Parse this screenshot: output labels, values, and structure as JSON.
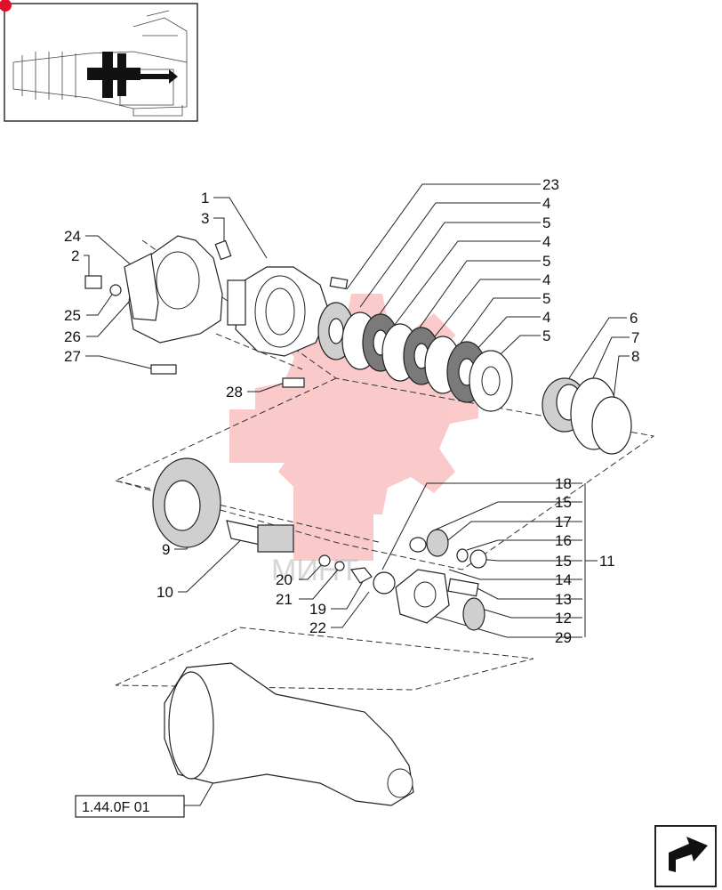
{
  "diagram": {
    "reference_code": "1.44.0F 01",
    "watermark": "МИНТ",
    "callouts": [
      {
        "id": "c1",
        "label": "1"
      },
      {
        "id": "c3",
        "label": "3"
      },
      {
        "id": "c24",
        "label": "24"
      },
      {
        "id": "c2",
        "label": "2"
      },
      {
        "id": "c25",
        "label": "25"
      },
      {
        "id": "c26",
        "label": "26"
      },
      {
        "id": "c27",
        "label": "27"
      },
      {
        "id": "c28",
        "label": "28"
      },
      {
        "id": "c23",
        "label": "23"
      },
      {
        "id": "c4a",
        "label": "4"
      },
      {
        "id": "c5a",
        "label": "5"
      },
      {
        "id": "c4b",
        "label": "4"
      },
      {
        "id": "c5b",
        "label": "5"
      },
      {
        "id": "c4c",
        "label": "4"
      },
      {
        "id": "c5c",
        "label": "5"
      },
      {
        "id": "c4d",
        "label": "4"
      },
      {
        "id": "c5d",
        "label": "5"
      },
      {
        "id": "c6",
        "label": "6"
      },
      {
        "id": "c7",
        "label": "7"
      },
      {
        "id": "c8",
        "label": "8"
      },
      {
        "id": "c18",
        "label": "18"
      },
      {
        "id": "c15a",
        "label": "15"
      },
      {
        "id": "c17",
        "label": "17"
      },
      {
        "id": "c16",
        "label": "16"
      },
      {
        "id": "c15b",
        "label": "15"
      },
      {
        "id": "c11",
        "label": "11"
      },
      {
        "id": "c14",
        "label": "14"
      },
      {
        "id": "c13",
        "label": "13"
      },
      {
        "id": "c12",
        "label": "12"
      },
      {
        "id": "c29",
        "label": "29"
      },
      {
        "id": "c9",
        "label": "9"
      },
      {
        "id": "c10",
        "label": "10"
      },
      {
        "id": "c20",
        "label": "20"
      },
      {
        "id": "c21",
        "label": "21"
      },
      {
        "id": "c19",
        "label": "19"
      },
      {
        "id": "c22",
        "label": "22"
      }
    ]
  },
  "colors": {
    "watermark": "#f36b6b",
    "thumbnail_marker": "#e0102a",
    "line": "#222222"
  }
}
